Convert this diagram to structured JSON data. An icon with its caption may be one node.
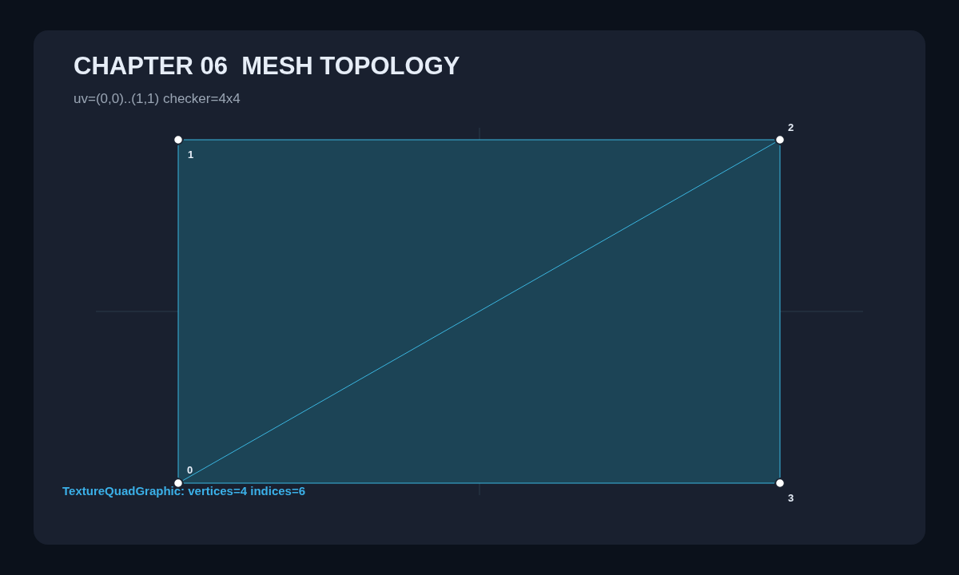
{
  "diagram": {
    "title": "CHAPTER 06  MESH TOPOLOGY",
    "nodes": [
      {
        "text": [],
        "shape": "circle",
        "beside": [
          "1"
        ]
      },
      {
        "text": [],
        "shape": "circle",
        "beside": [
          "2"
        ]
      },
      {
        "text": [],
        "shape": "circle",
        "beside": [
          "0"
        ]
      },
      {
        "text": [],
        "shape": "circle",
        "beside": [
          "3"
        ]
      }
    ],
    "edges": [
      {
        "from": 0,
        "to": 1,
        "arrow": "none"
      },
      {
        "from": 1,
        "to": 3,
        "arrow": "none"
      },
      {
        "from": 3,
        "to": 2,
        "arrow": "none"
      },
      {
        "from": 2,
        "to": 0,
        "arrow": "none"
      },
      {
        "from": 2,
        "to": 1,
        "arrow": "none"
      }
    ],
    "labels": [
      "uv=(0,0)..(1,1) checker=4x4",
      "TextureQuadGraphic: vertices=4 indices=6"
    ]
  }
}
